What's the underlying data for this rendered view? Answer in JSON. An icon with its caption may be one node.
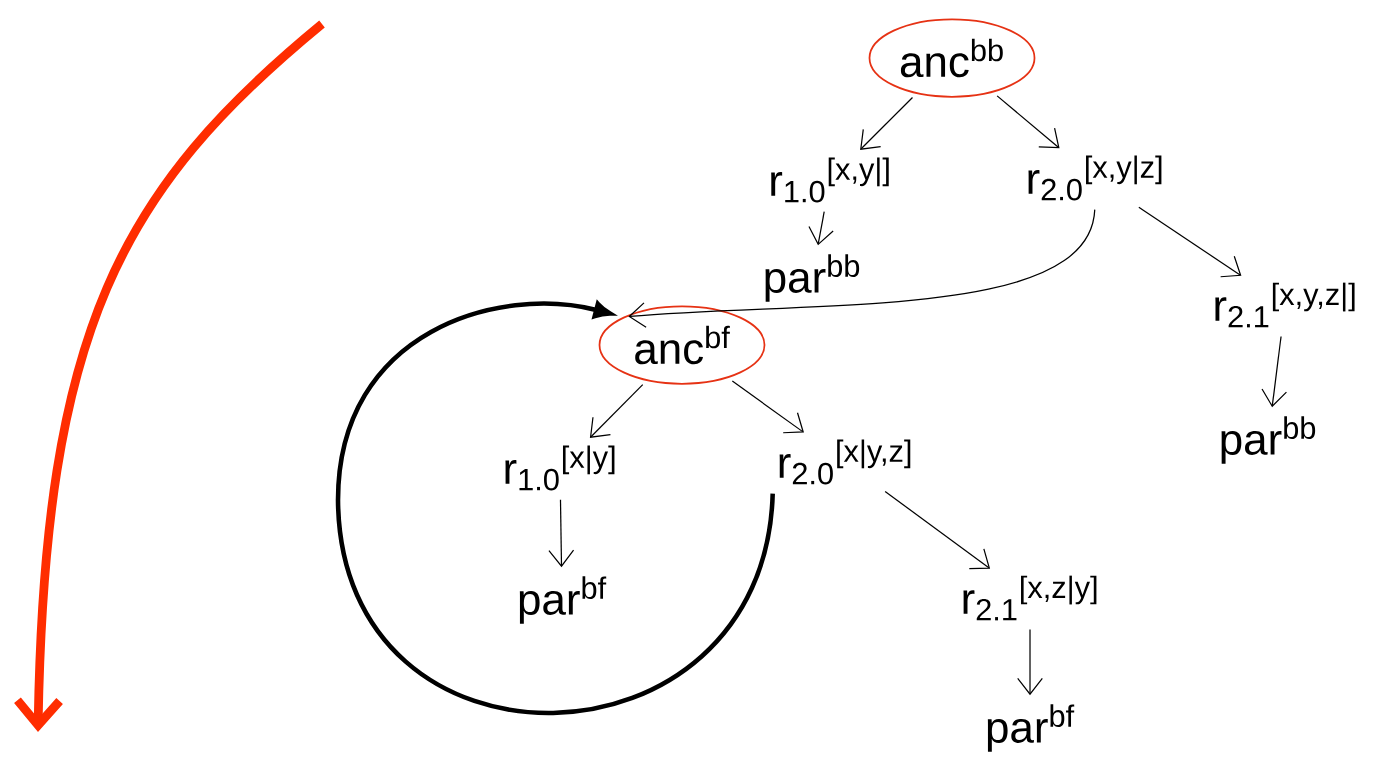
{
  "diagram": {
    "nodes": [
      {
        "text": [
          "anc$^{bb}$"
        ]
      },
      {
        "text": [
          "r$_{1.0}$$^{[x,y|]}$"
        ]
      },
      {
        "text": [
          "r$_{2.0}$$^{[x,y|z]}$"
        ]
      },
      {
        "text": [
          "par$^{bb}$"
        ]
      },
      {
        "text": [
          "r$_{2.1}$$^{[x,y,z|]}$"
        ]
      },
      {
        "text": [
          "par$^{bb}$"
        ]
      },
      {
        "text": [
          "anc$^{bf}$"
        ]
      },
      {
        "text": [
          "r$_{1.0}$$^{[x|y]}$"
        ]
      },
      {
        "text": [
          "r$_{2.0}$$^{[x|y,z]}$"
        ]
      },
      {
        "text": [
          "par$^{bf}$"
        ]
      },
      {
        "text": [
          "r$_{2.1}$$^{[x,z|y]}$"
        ]
      },
      {
        "text": [
          "par$^{bf}$"
        ]
      }
    ],
    "edges": [
      {
        "from": 0,
        "to": 1,
        "arrow": "to"
      },
      {
        "from": 0,
        "to": 2,
        "arrow": "to"
      },
      {
        "from": 1,
        "to": 3,
        "arrow": "to"
      },
      {
        "from": 2,
        "to": 4,
        "arrow": "to"
      },
      {
        "from": 4,
        "to": 5,
        "arrow": "to"
      },
      {
        "from": 2,
        "to": 6,
        "arrow": "to"
      },
      {
        "from": 6,
        "to": 7,
        "arrow": "to"
      },
      {
        "from": 6,
        "to": 8,
        "arrow": "to"
      },
      {
        "from": 7,
        "to": 9,
        "arrow": "to"
      },
      {
        "from": 8,
        "to": 10,
        "arrow": "to"
      },
      {
        "from": 10,
        "to": 11,
        "arrow": "to"
      },
      {
        "from": 8,
        "to": 6,
        "arrow": "to",
        "style": "thick"
      }
    ]
  }
}
